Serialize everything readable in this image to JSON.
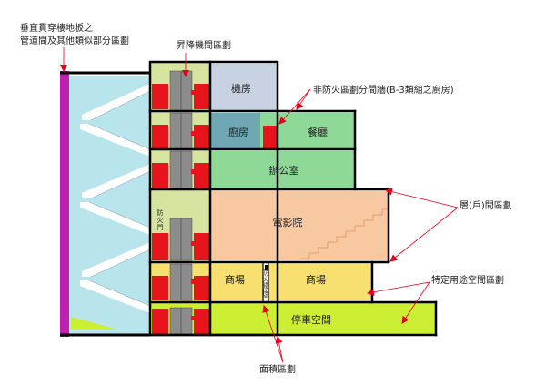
{
  "annotations": {
    "shaft_line1": "垂直貫穿樓地板之",
    "shaft_line2": "管道間及其他類似部分區劃",
    "elevator": "昇降機間區劃",
    "non_fire": "非防火區劃分間牆(B-3類組之廚房)",
    "unit": "層(戶)間區劃",
    "special": "特定用途空間區劃",
    "area": "面積區劃"
  },
  "rooms": {
    "machine": "機房",
    "kitchen": "廚房",
    "dining": "餐廳",
    "office": "辦公室",
    "cinema": "電影院",
    "shop_left": "商場",
    "shop_right": "商場",
    "parking": "停車空間"
  },
  "vertical_labels": {
    "fire_door": [
      "防",
      "火",
      "門"
    ],
    "fire_shutter": [
      "防",
      "火",
      "鐵",
      "捲",
      "門"
    ]
  },
  "colors": {
    "stair_fill": "#b8e4ec",
    "shaft_wall": "#c020b0",
    "elevator_lobby": "#d6e4a0",
    "red_box": "#e8141c",
    "elevator_gray": "#8c8c8c",
    "machine_room": "#c8d2e2",
    "kitchen": "#6fa8b4",
    "green_room": "#8ed898",
    "cinema": "#f8c8a0",
    "shop": "#f7e070",
    "parking": "#ccee33",
    "arrow": "#e0001a"
  }
}
